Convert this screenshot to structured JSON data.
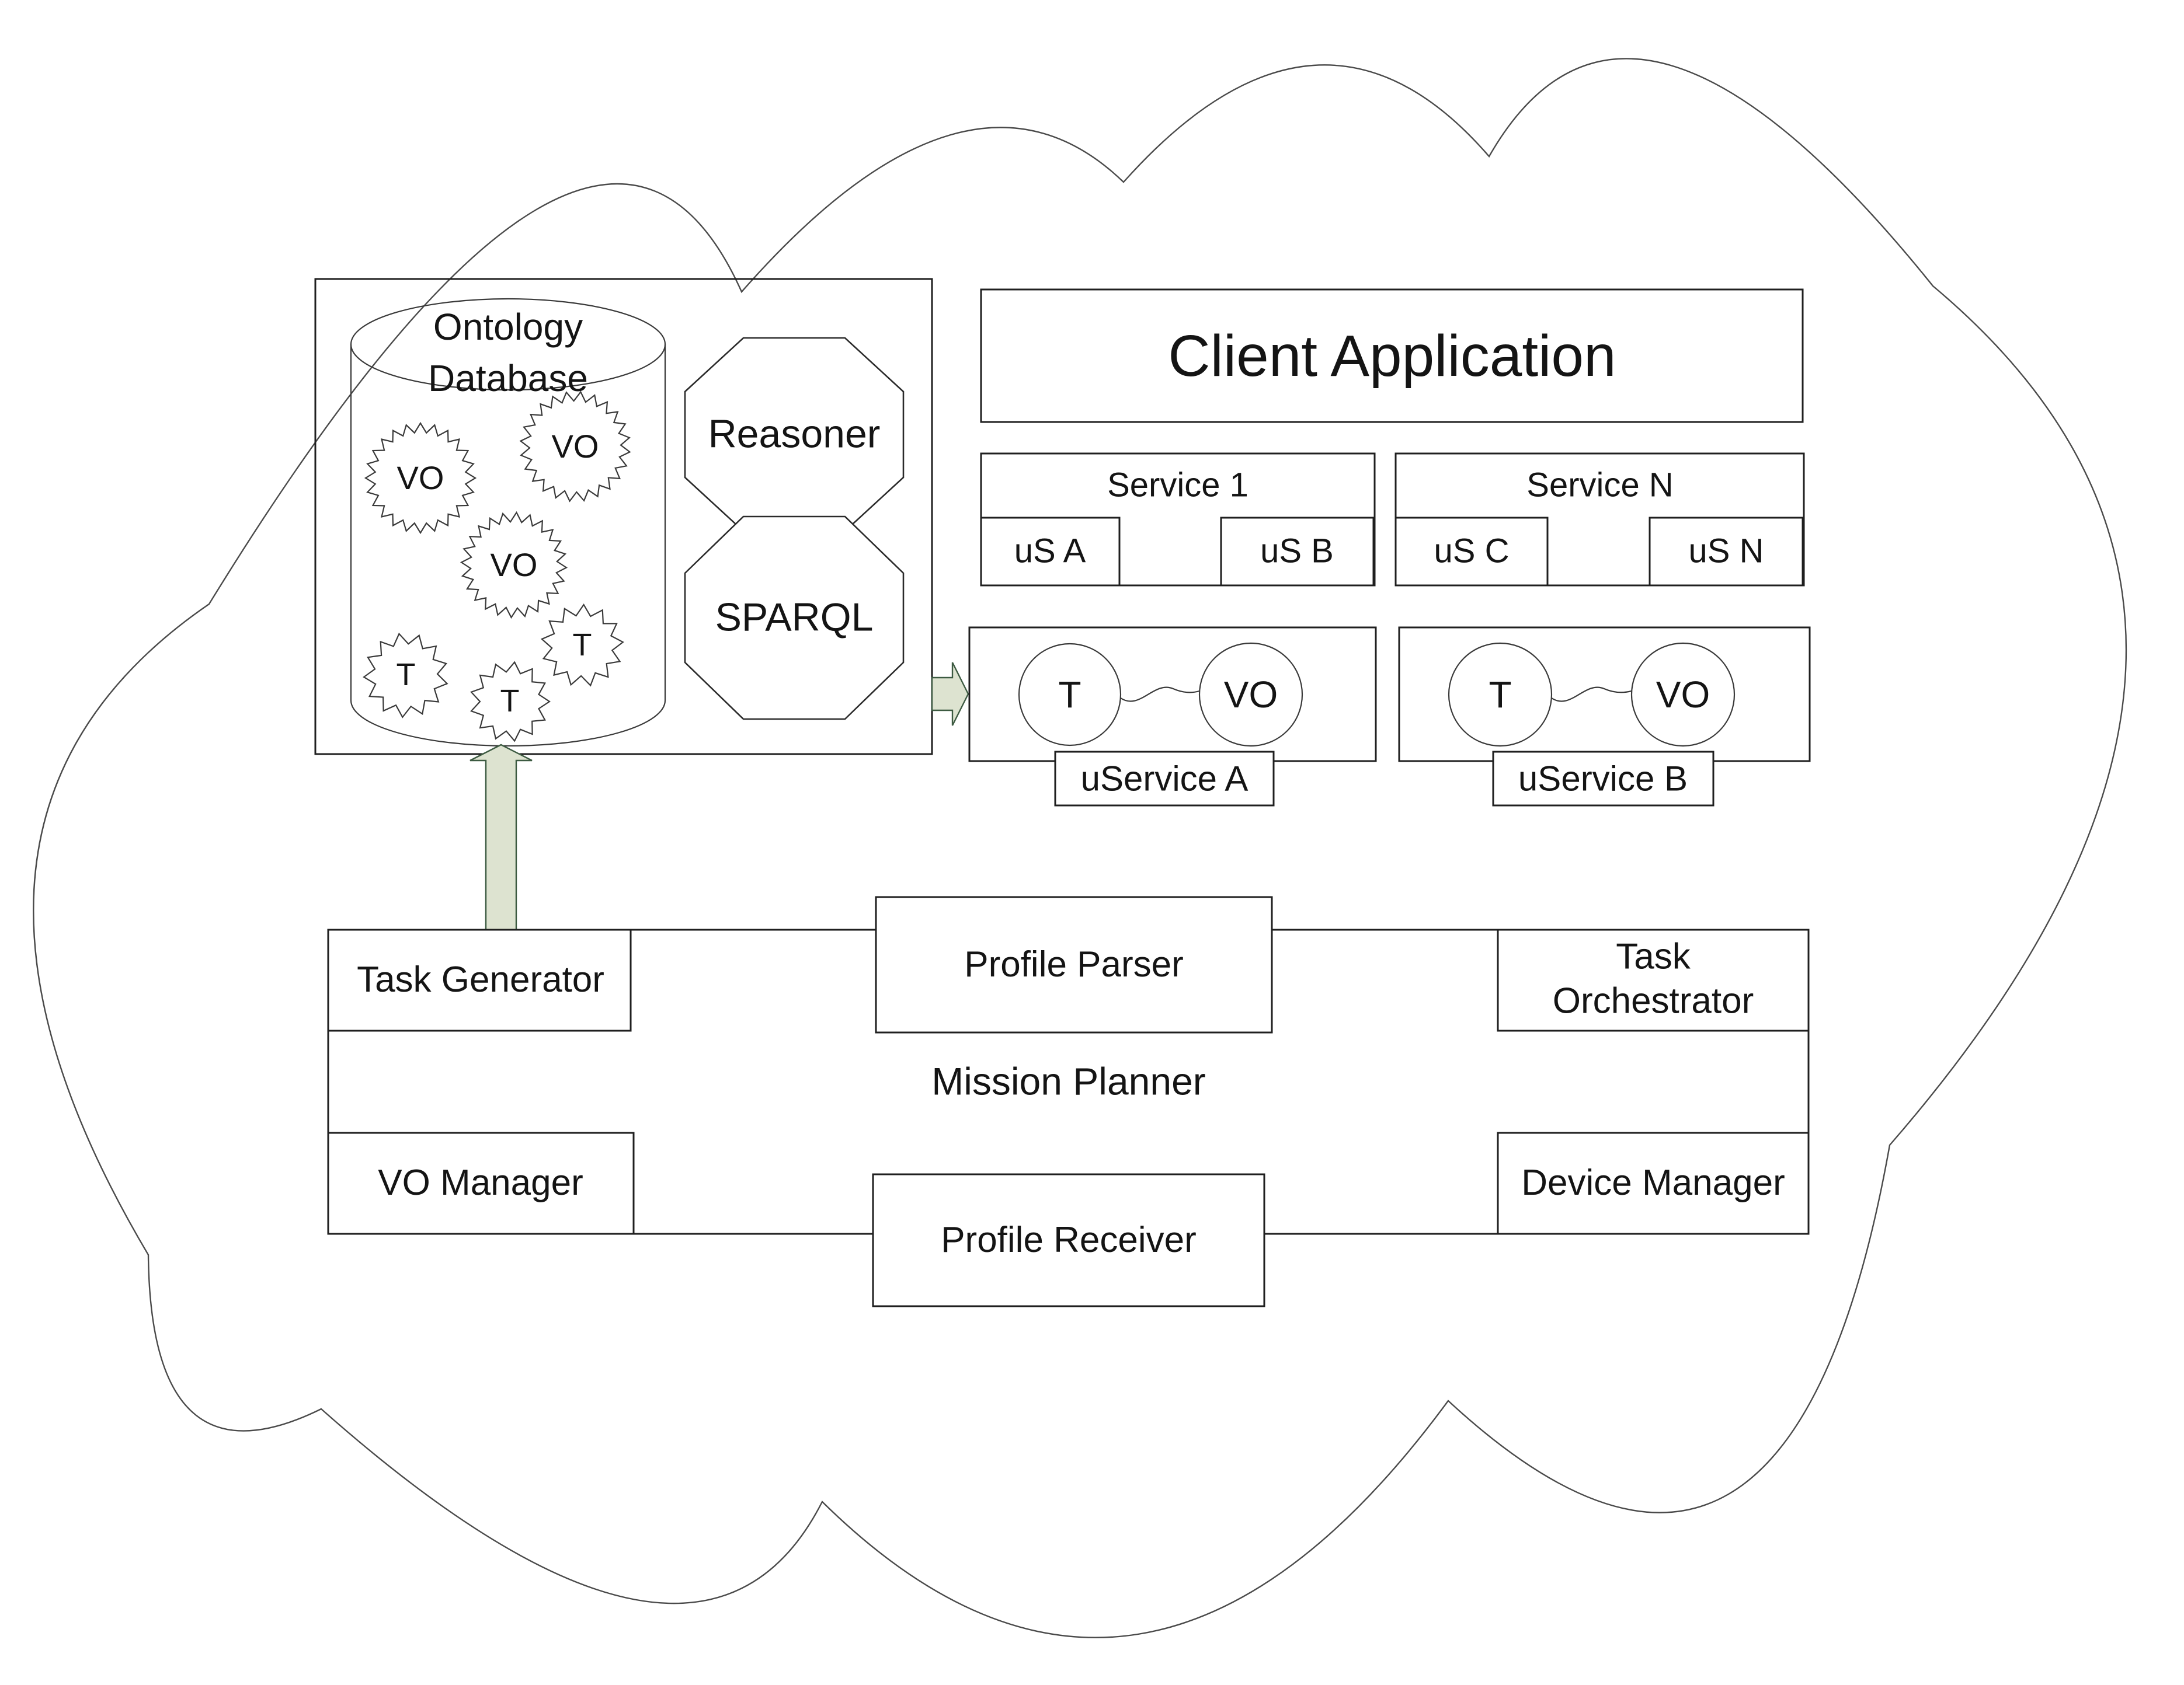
{
  "diagram": {
    "left_group": {
      "database_label_line1": "Ontology",
      "database_label_line2": "Database",
      "vo_items": [
        "VO",
        "VO",
        "VO"
      ],
      "t_items": [
        "T",
        "T",
        "T"
      ],
      "reasoner_label": "Reasoner",
      "sparql_label": "SPARQL"
    },
    "client_application": {
      "title": "Client Application"
    },
    "services": [
      {
        "name": "Service 1",
        "microservices": [
          "uS A",
          "uS B"
        ]
      },
      {
        "name": "Service N",
        "microservices": [
          "uS C",
          "uS N"
        ]
      }
    ],
    "uservices": [
      {
        "name": "uService A",
        "task_label": "T",
        "vo_label": "VO"
      },
      {
        "name": "uService B",
        "task_label": "T",
        "vo_label": "VO"
      }
    ],
    "mission_planner": {
      "title": "Mission Planner",
      "task_generator": "Task Generator",
      "profile_parser": "Profile Parser",
      "task_orchestrator_line1": "Task",
      "task_orchestrator_line2": "Orchestrator",
      "vo_manager": "VO Manager",
      "profile_receiver": "Profile Receiver",
      "device_manager": "Device Manager"
    },
    "colors": {
      "arrow_fill": "#dde3d0",
      "arrow_stroke": "#3c5a41",
      "line": "#4a4a4a"
    }
  }
}
